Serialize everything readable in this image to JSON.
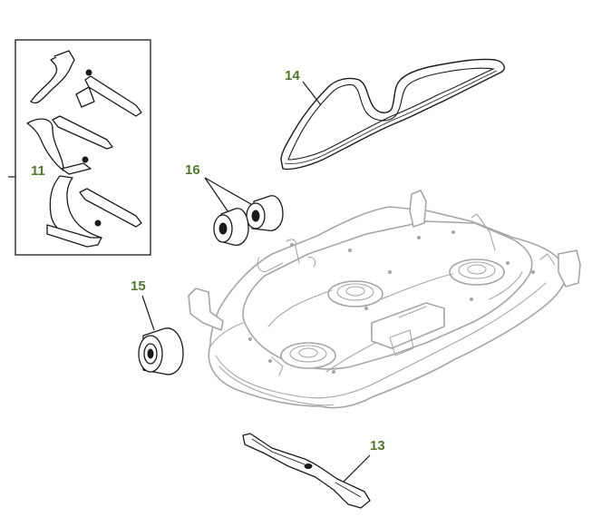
{
  "callouts": {
    "c11": "11",
    "c13": "13",
    "c14": "14",
    "c15": "15",
    "c16": "16"
  },
  "colors": {
    "callout_text": "#4e7a2c",
    "line_art": "#1a1a1a",
    "deck_line": "#a6a6a6"
  }
}
